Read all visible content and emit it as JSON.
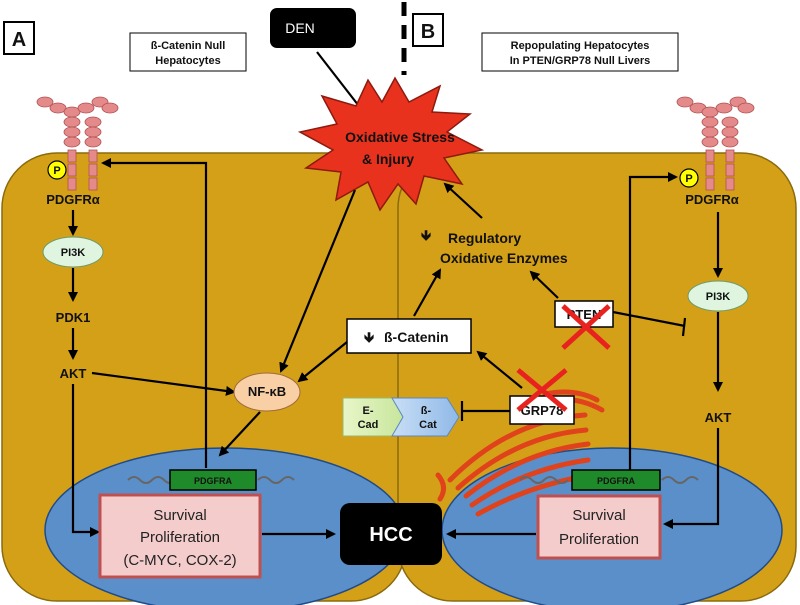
{
  "panels": {
    "a_label": "A",
    "b_label": "B",
    "a_title_line1": "ß-Catenin Null",
    "a_title_line2": "Hepatocytes",
    "b_title_line1": "Repopulating Hepatocytes",
    "b_title_line2": "In PTEN/GRP78 Null Livers"
  },
  "den_label": "DEN",
  "stress": {
    "line1": "Oxidative Stress",
    "line2": "& Injury"
  },
  "left_pathway": {
    "phospho": "P",
    "receptor": "PDGFRα",
    "pi3k": "PI3K",
    "pdk1": "PDK1",
    "akt": "AKT",
    "nfkb": "NF-κB",
    "gene": "PDGFRA",
    "survival_line1": "Survival",
    "survival_line2": "Proliferation",
    "survival_line3": "(C-MYC, COX-2)"
  },
  "center": {
    "regulatory_line1": "Regulatory",
    "regulatory_line2": "Oxidative Enzymes",
    "down_arrow": "🡻",
    "beta_catenin": "ß-Catenin",
    "ecad_line1": "E-",
    "ecad_line2": "Cad",
    "bcat_line1": "ß-",
    "bcat_line2": "Cat",
    "grp78": "GRP78",
    "pten": "PTEN",
    "hcc": "HCC"
  },
  "right_pathway": {
    "phospho": "P",
    "receptor": "PDGFRα",
    "pi3k": "PI3K",
    "akt": "AKT",
    "gene": "PDGFRA",
    "survival_line1": "Survival",
    "survival_line2": "Proliferation"
  },
  "colors": {
    "cell": "#d4a017",
    "nucleus": "#5b8fc9",
    "stress_burst": "#e8321e",
    "pi3k_fill": "#dff5e0",
    "nfkb_fill": "#f9cfa6",
    "gene_box": "#1f8a2a",
    "survival_fill": "#f4cccc",
    "er": "#e0421c",
    "red_x": "#e8231f",
    "receptor": "#e58a8a"
  }
}
